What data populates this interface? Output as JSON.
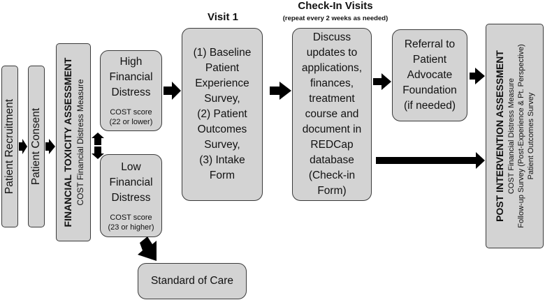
{
  "flowchart": {
    "recruitment": "Patient Recruitment",
    "consent": "Patient Consent",
    "fta": {
      "title": "FINANCIAL TOXICITY ASSESSMENT",
      "subtitle": "COST Financial Distress Measure"
    },
    "high": {
      "line1": "High",
      "line2": "Financial",
      "line3": "Distress",
      "score_label": "COST score",
      "score_range": "(22 or lower)"
    },
    "low": {
      "line1": "Low",
      "line2": "Financial",
      "line3": "Distress",
      "score_label": "COST score",
      "score_range": "(23 or higher)"
    },
    "standard_of_care": "Standard of Care",
    "visit1": {
      "heading": "Visit 1",
      "lines": [
        "(1) Baseline",
        "Patient",
        "Experience",
        "Survey,",
        "(2) Patient",
        "Outcomes",
        "Survey,",
        "(3) Intake",
        "Form"
      ]
    },
    "checkin": {
      "heading": "Check-In Visits",
      "subheading": "(repeat every 2 weeks as needed)",
      "lines": [
        "Discuss",
        "updates to",
        "applications,",
        "finances,",
        "treatment",
        "course and",
        "document in",
        "REDCap",
        "database",
        "(Check-in",
        "Form)"
      ]
    },
    "referral": {
      "lines": [
        "Referral to",
        "Patient",
        "Advocate",
        "Foundation",
        "(if needed)"
      ]
    },
    "post": {
      "title": "POST INTERVENTION ASSESSMENT",
      "line1": "COST Financial Distress Measure",
      "line2": "Follow-up Survey (Post-Experience & Pt. Perspective)",
      "line3": "Patient Outcomes Survey"
    }
  }
}
